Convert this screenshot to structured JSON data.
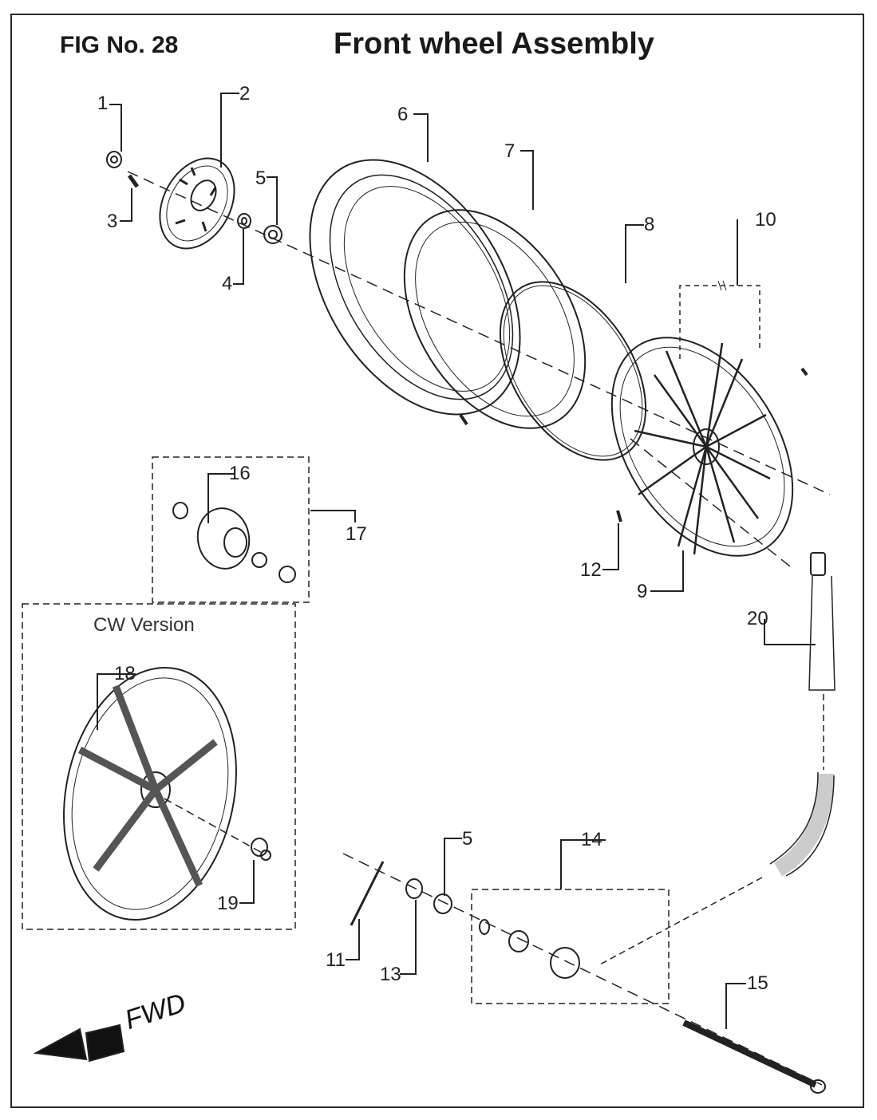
{
  "figure": {
    "number_label": "FIG No. 28",
    "title": "Front wheel Assembly",
    "variant_label": "CW Version",
    "direction_label": "FWD"
  },
  "callouts": [
    "1",
    "2",
    "3",
    "4",
    "5",
    "6",
    "7",
    "8",
    "9",
    "10",
    "11",
    "12",
    "13",
    "14",
    "15",
    "16",
    "17",
    "18",
    "19",
    "20",
    "5"
  ],
  "parts_drawn": [
    "nut",
    "brake-disc",
    "bolt",
    "dust-seal",
    "bearing",
    "tire",
    "tube",
    "rim-band",
    "spoke-wheel",
    "spoke-set",
    "speedometer-pin",
    "spoke-nipple",
    "collar",
    "speedometer-gear-assembly",
    "front-axle",
    "hub",
    "hub-assembly",
    "cast-wheel",
    "collar",
    "speedometer-cable"
  ],
  "colors": {
    "line": "#222222",
    "background": "#ffffff"
  }
}
